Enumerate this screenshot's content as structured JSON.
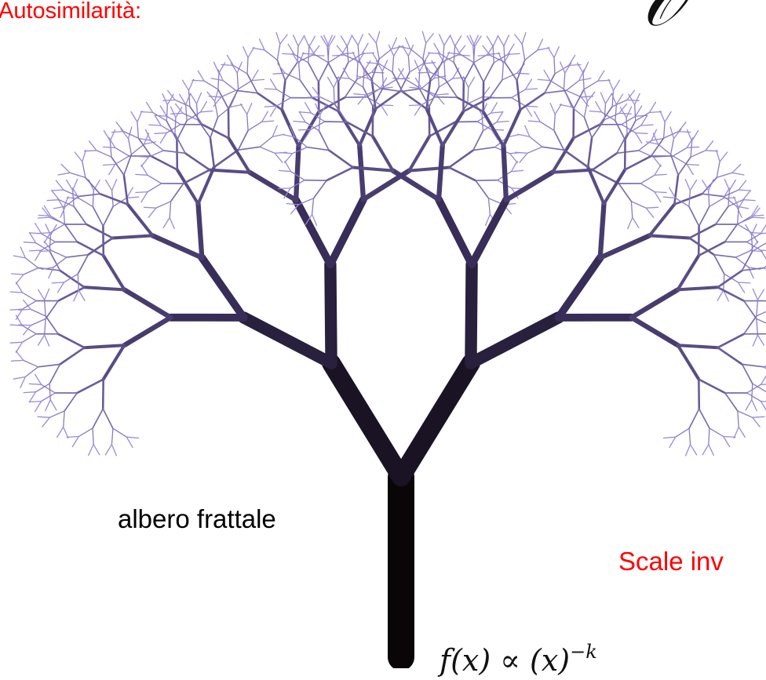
{
  "heading": {
    "title": "Autosimilarità:",
    "partial_glyph": "𝒪"
  },
  "figure": {
    "label": "albero frattale",
    "colors": {
      "trunk": "#0a0608",
      "mid_branch": "#3a2f5c",
      "leaf_branch": "#9a8ad6"
    }
  },
  "section": {
    "label": "Scale inv",
    "formula_main": "f(x) ∝ (x)",
    "formula_exp": "−k"
  },
  "accent": "#ff0000"
}
